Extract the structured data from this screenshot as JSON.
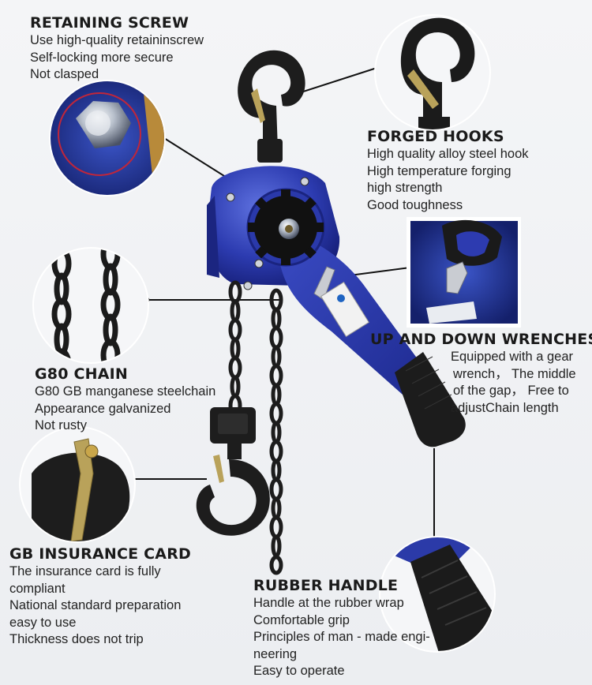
{
  "sections": {
    "retaining_screw": {
      "title": "RETAINING SCREW",
      "lines": [
        "Use high-quality retaininscrew",
        "Self-locking more secure",
        "Not clasped"
      ]
    },
    "forged_hooks": {
      "title": "FORGED HOOKS",
      "lines": [
        "High quality alloy steel hook",
        "High temperature forging",
        "high strength",
        "Good toughness"
      ]
    },
    "up_down_wrenches": {
      "title": "UP AND DOWN WRENCHES",
      "lines": [
        "Equipped with a gear",
        "wrench， The middle",
        "of the gap， Free to",
        "adjustChain length"
      ]
    },
    "g80_chain": {
      "title": "G80 CHAIN",
      "lines": [
        "G80 GB manganese steelchain",
        "Appearance galvanized",
        "Not rusty"
      ]
    },
    "gb_insurance_card": {
      "title": "GB INSURANCE CARD",
      "lines": [
        "The insurance card is fully",
        "compliant",
        "National standard preparation",
        "easy to use",
        "Thickness does not trip"
      ]
    },
    "rubber_handle": {
      "title": "RUBBER HANDLE",
      "lines": [
        "Handle at the rubber wrap",
        "Comfortable grip",
        "Principles of man - made engi-",
        "neering",
        "Easy to operate"
      ]
    }
  },
  "colors": {
    "body_blue": "#2b3aa8",
    "body_blue_light": "#4d5fd0",
    "hook_black": "#1b1b1b",
    "latch_gold": "#b9a25a",
    "leader_line": "#111111",
    "text": "#222222"
  }
}
